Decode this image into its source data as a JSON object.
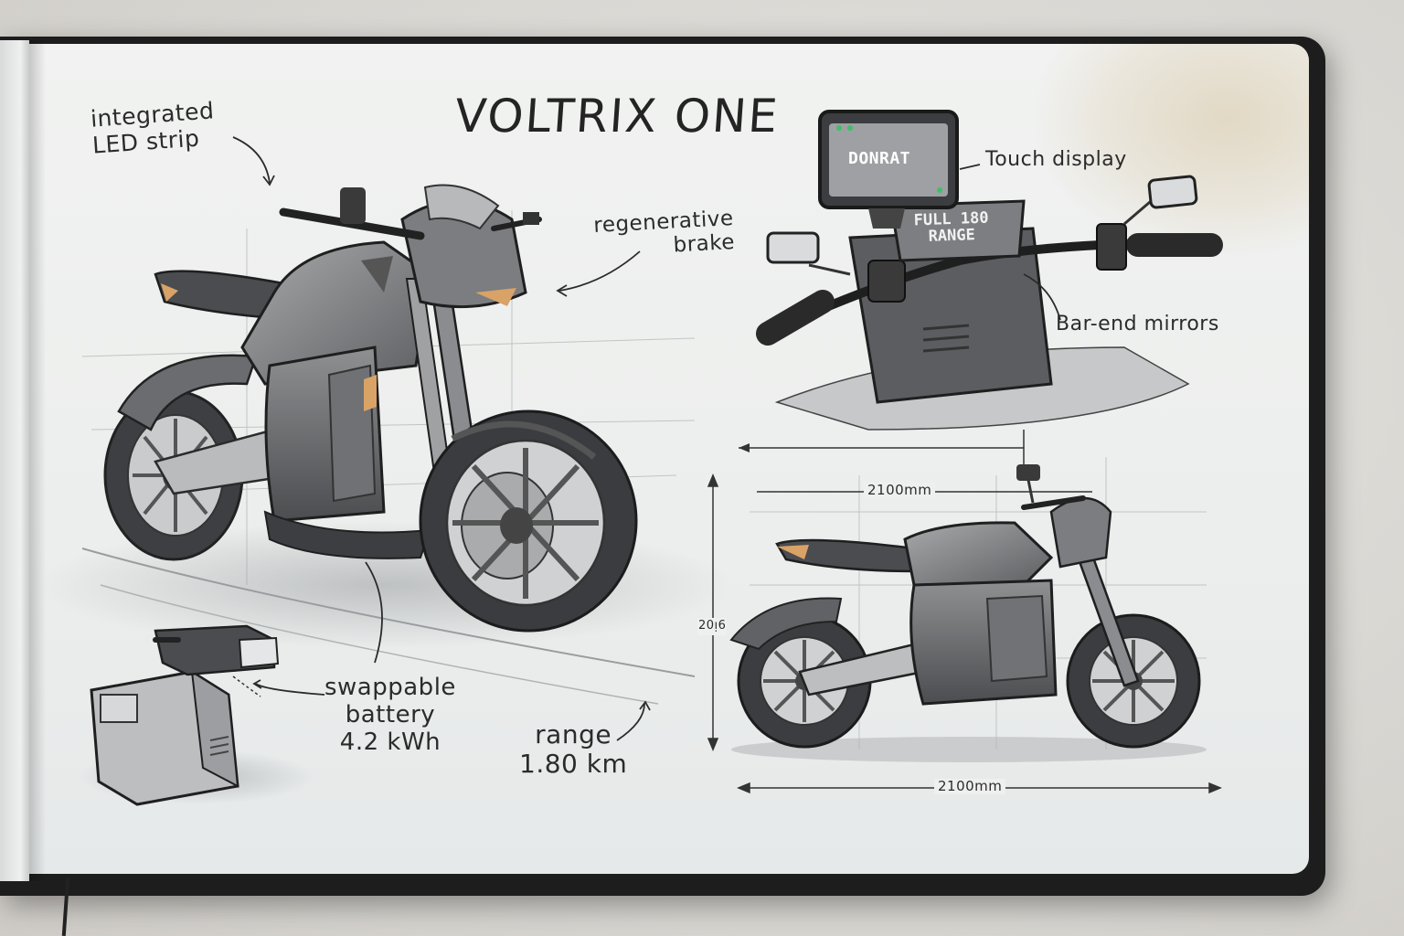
{
  "title": "VOLTRIX ONE",
  "annotations": {
    "led_strip": "integrated\nLED strip",
    "regen_brake": "regenerative\nbrake",
    "touch_display": "Touch display",
    "bar_end_mirrors": "Bar-end mirrors",
    "battery": "swappable\nbattery\n4.2 kWh",
    "range": "range\n1.80 km"
  },
  "display": {
    "main_screen": "DONRAT",
    "range_screen": "FULL 180\nRANGE"
  },
  "dimensions": {
    "top_width": "2100mm",
    "bottom_width": "2100mm",
    "height": "20ᴉ6"
  },
  "colors": {
    "ink": "#2b2b2b",
    "accent": "#d9a266",
    "paper": "#eef0ef"
  }
}
